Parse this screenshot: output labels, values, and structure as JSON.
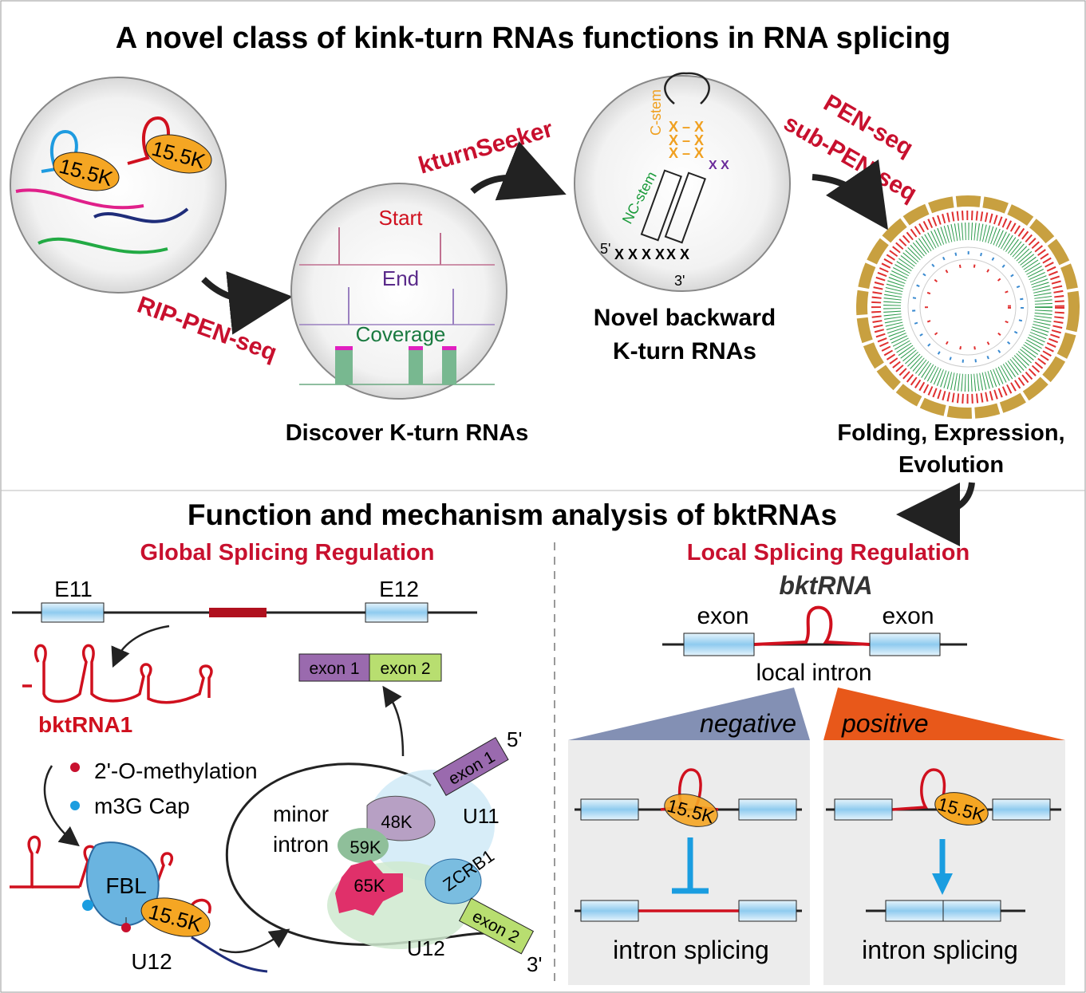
{
  "title": "A novel class of kink-turn RNAs functions in RNA splicing",
  "top": {
    "protein_label": "15.5K",
    "rip_pen_seq": "RIP-PEN-seq",
    "discover": {
      "start": "Start",
      "end": "End",
      "coverage": "Coverage",
      "caption": "Discover K-turn RNAs"
    },
    "kturnseeker": "kturnSeeker",
    "structure": {
      "c_stem": "C-stem",
      "nc_stem": "NC-stem",
      "five_prime": "5'",
      "three_prime": "3'",
      "caption_line1": "Novel backward",
      "caption_line2": "K-turn RNAs"
    },
    "pen_seq": "PEN-seq",
    "sub_pen_seq": "sub-PEN-seq",
    "circos_caption_line1": "Folding, Expression,",
    "circos_caption_line2": "Evolution"
  },
  "bottom": {
    "title": "Function and mechanism analysis of bktRNAs",
    "global": {
      "heading": "Global Splicing Regulation",
      "e11": "E11",
      "e12": "E12",
      "bktrna1": "bktRNA1",
      "legend_methylation": "2'-O-methylation",
      "legend_cap": "m3G Cap",
      "fbl": "FBL",
      "protein": "15.5K",
      "u12_left": "U12",
      "exon1": "exon 1",
      "exon2": "exon 2",
      "minor_intron_line1": "minor",
      "minor_intron_line2": "intron",
      "k48": "48K",
      "k59": "59K",
      "k65": "65K",
      "zcrb1": "ZCRB1",
      "u11": "U11",
      "u12": "U12",
      "five_prime": "5'",
      "three_prime": "3'"
    },
    "local": {
      "heading": "Local Splicing Regulation",
      "bktrna": "bktRNA",
      "exon_left": "exon",
      "exon_right": "exon",
      "local_intron": "local intron",
      "negative": "negative",
      "positive": "positive",
      "protein": "15.5K",
      "intron_splicing_left": "intron splicing",
      "intron_splicing_right": "intron splicing"
    }
  },
  "colors": {
    "red": "#c8102e",
    "orange": "#f5a623",
    "blue_exon": "#9fd0ee",
    "negative": "#8390b4",
    "positive": "#e8581a",
    "arrow_blue": "#1a9de0"
  }
}
